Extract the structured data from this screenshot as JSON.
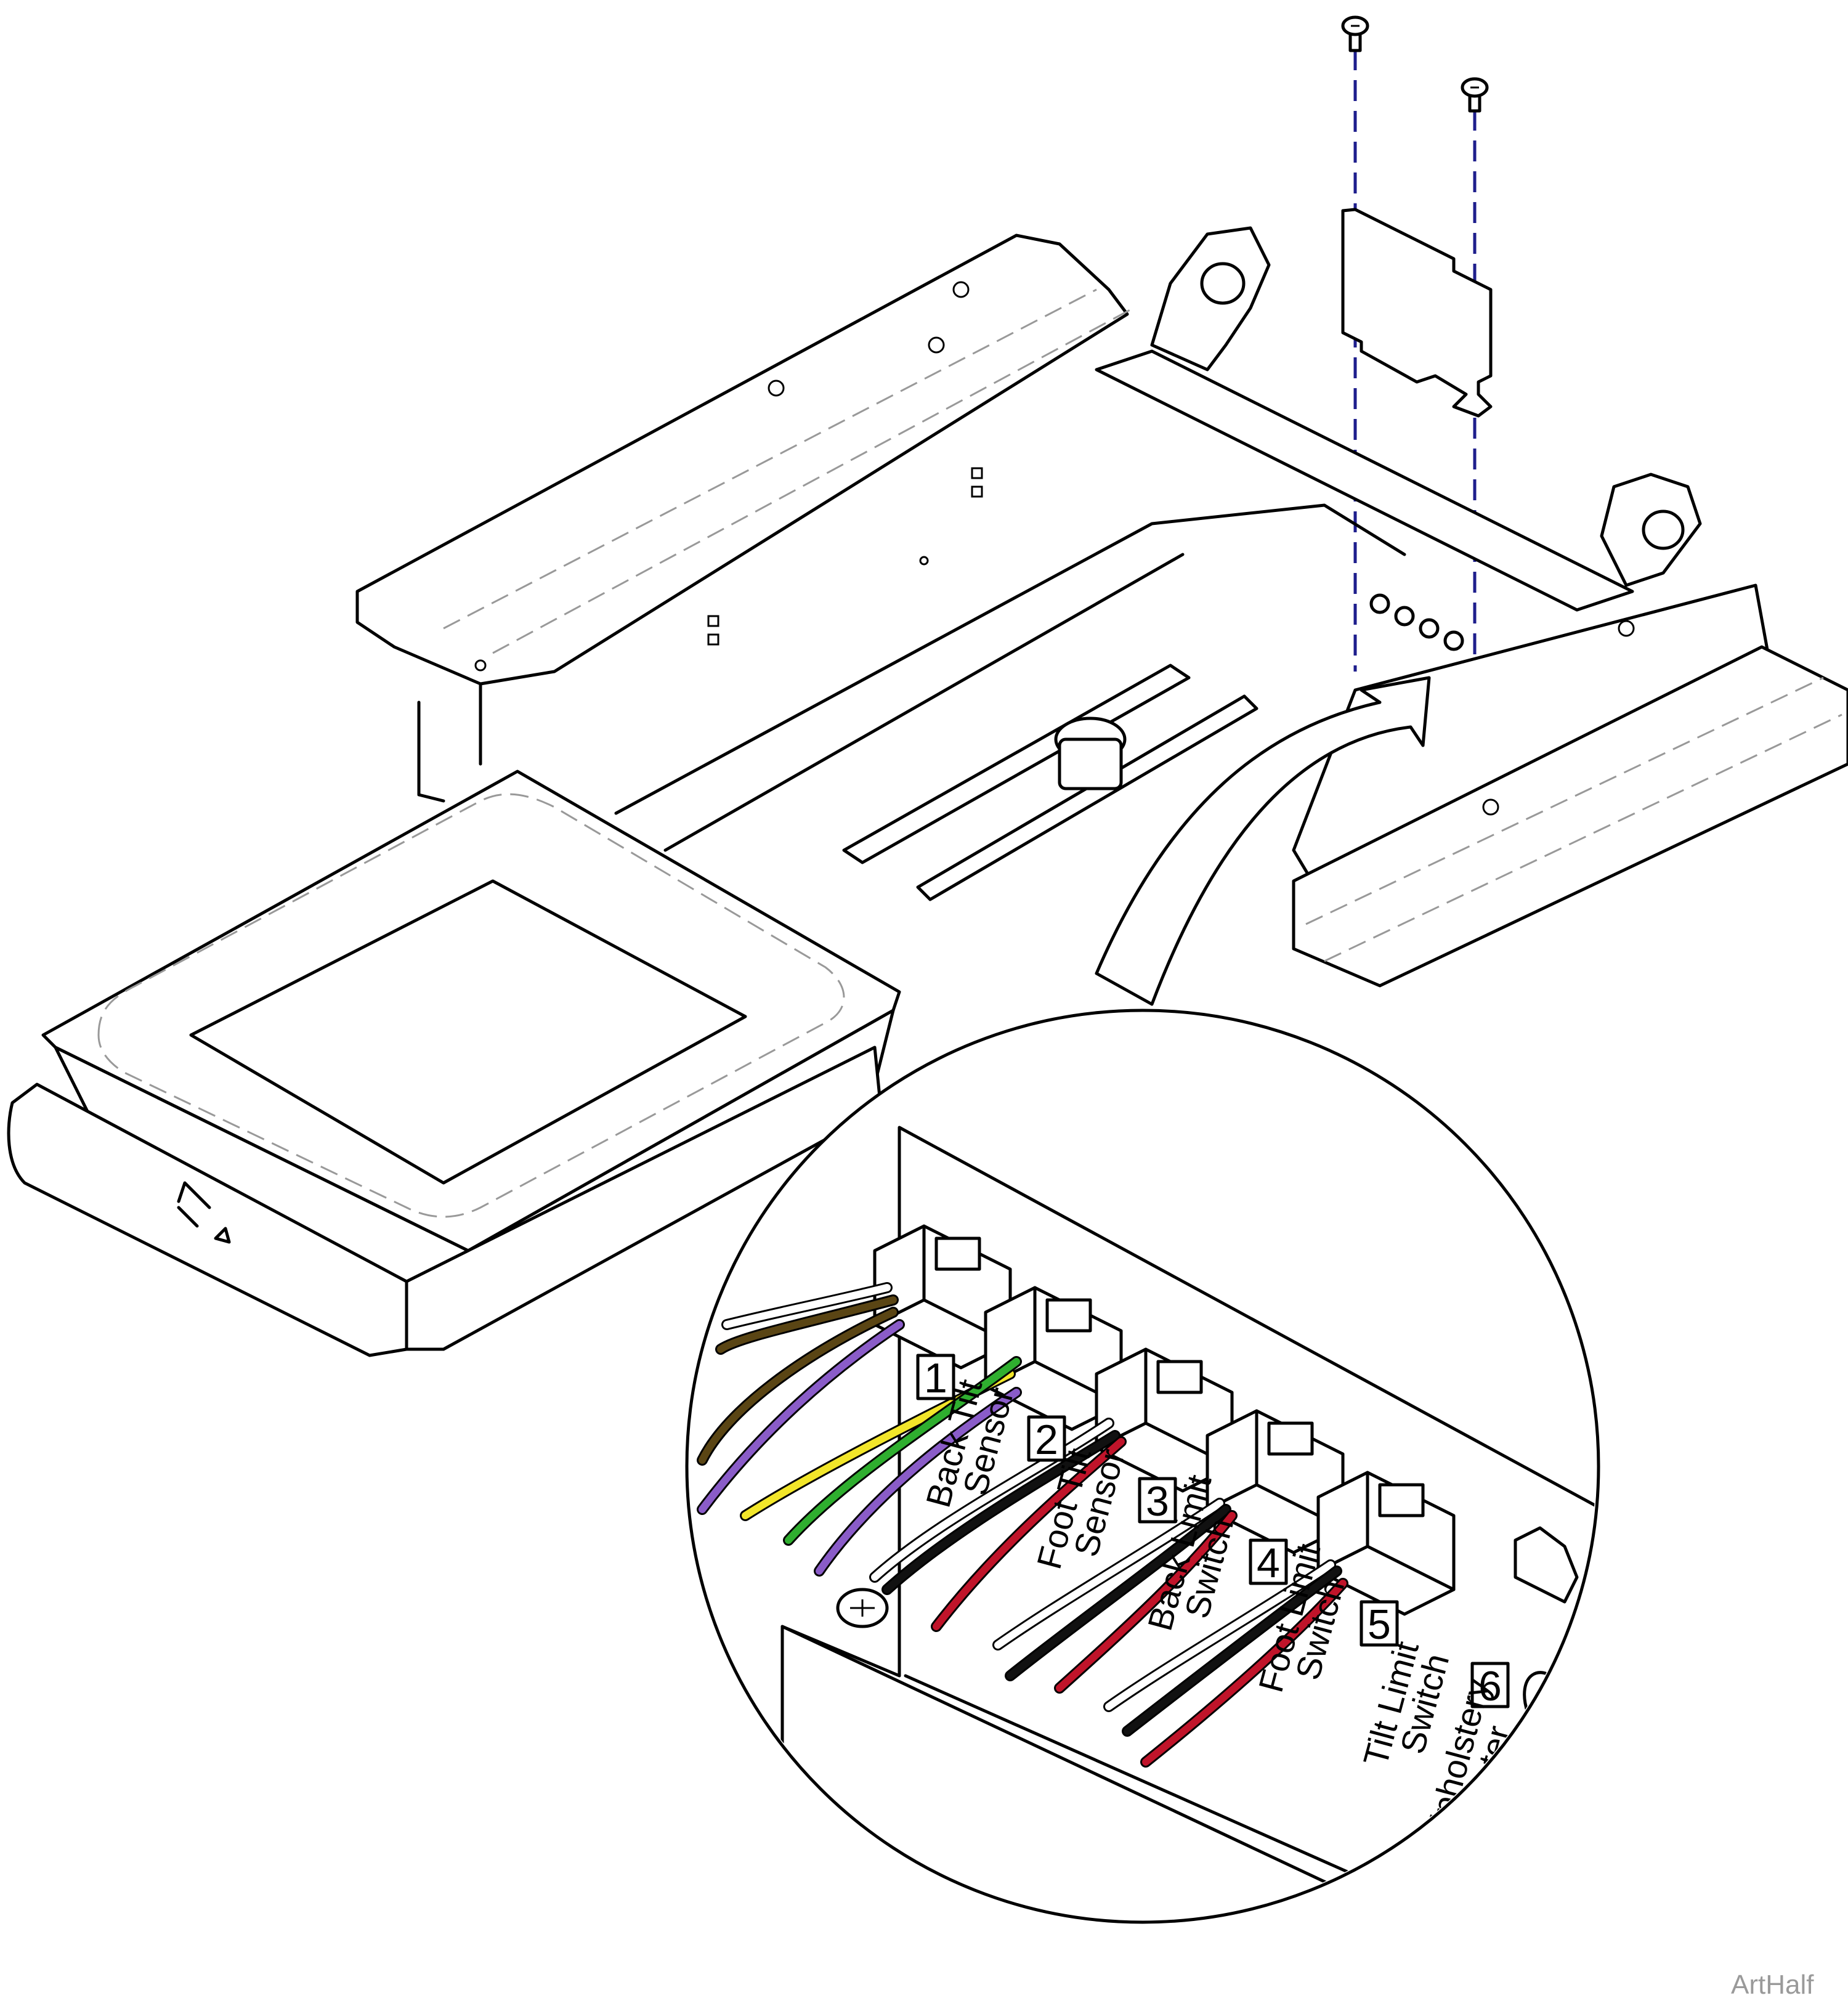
{
  "figure": {
    "credit": "ArtHalf"
  },
  "connectors": [
    {
      "number": "1",
      "label_line1": "Back Tilt",
      "label_line2": "Sensor"
    },
    {
      "number": "2",
      "label_line1": "Foot Tilt",
      "label_line2": "Sensor"
    },
    {
      "number": "3",
      "label_line1": "Back Limit",
      "label_line2": "Switch"
    },
    {
      "number": "4",
      "label_line1": "Foot Limit",
      "label_line2": "Switch"
    },
    {
      "number": "5",
      "label_line1": "Tilt Limit",
      "label_line2": "Switch"
    },
    {
      "number": "6",
      "label_line1": "Upholstery",
      "label_line2": "Heater"
    }
  ],
  "wire_colors": {
    "white": "#ffffff",
    "brown": "#5a4514",
    "yellow": "#f2e62a",
    "violet": "#8a5cc8",
    "green": "#2fae2f",
    "black": "#111111",
    "red": "#c0142a"
  },
  "callout_color": "#1e1e8c"
}
